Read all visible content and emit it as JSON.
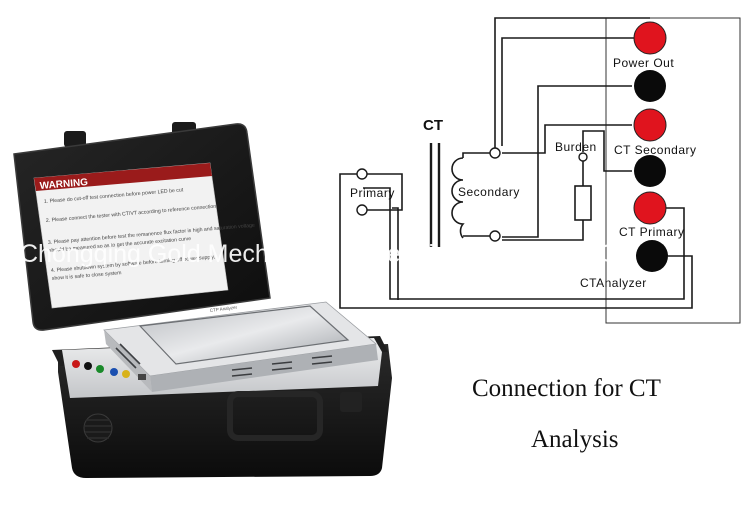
{
  "diagram": {
    "terminals": {
      "power_out": "Power Out",
      "ct_secondary": "CT Secondary",
      "ct_primary": "CT Primary",
      "ct_analyzer": "CTAnalyzer"
    },
    "transformer": {
      "ct_label": "CT",
      "primary_label": "Primary",
      "secondary_label": "Secondary",
      "burden_label": "Burden"
    },
    "caption_line1": "Connection for CT",
    "caption_line2": "Analysis",
    "colors": {
      "terminal_red": "#e0141e",
      "terminal_black": "#0a0a0a",
      "wire": "#1a1a1a",
      "case": "#141414",
      "panel": "#d9dadc"
    }
  },
  "device": {
    "warning_header": "WARNING",
    "warning_lines": [
      "1. Please do cut-off test connection before power LED be cut",
      "2. Please connect the tester with CT/VT according to reference connection",
      "3. Please pay attention before test the remanence flux factor is high and saturation voltage",
      "   should be measured so as to get the accurate excitation curve",
      "4. Please shutdown system by software before turning off power supply,",
      "   show it is safe to close system"
    ],
    "brand_text": "CTP Analyzer"
  },
  "watermark": "Chongqing Gold Mechanical & Electrical Equipment Co."
}
